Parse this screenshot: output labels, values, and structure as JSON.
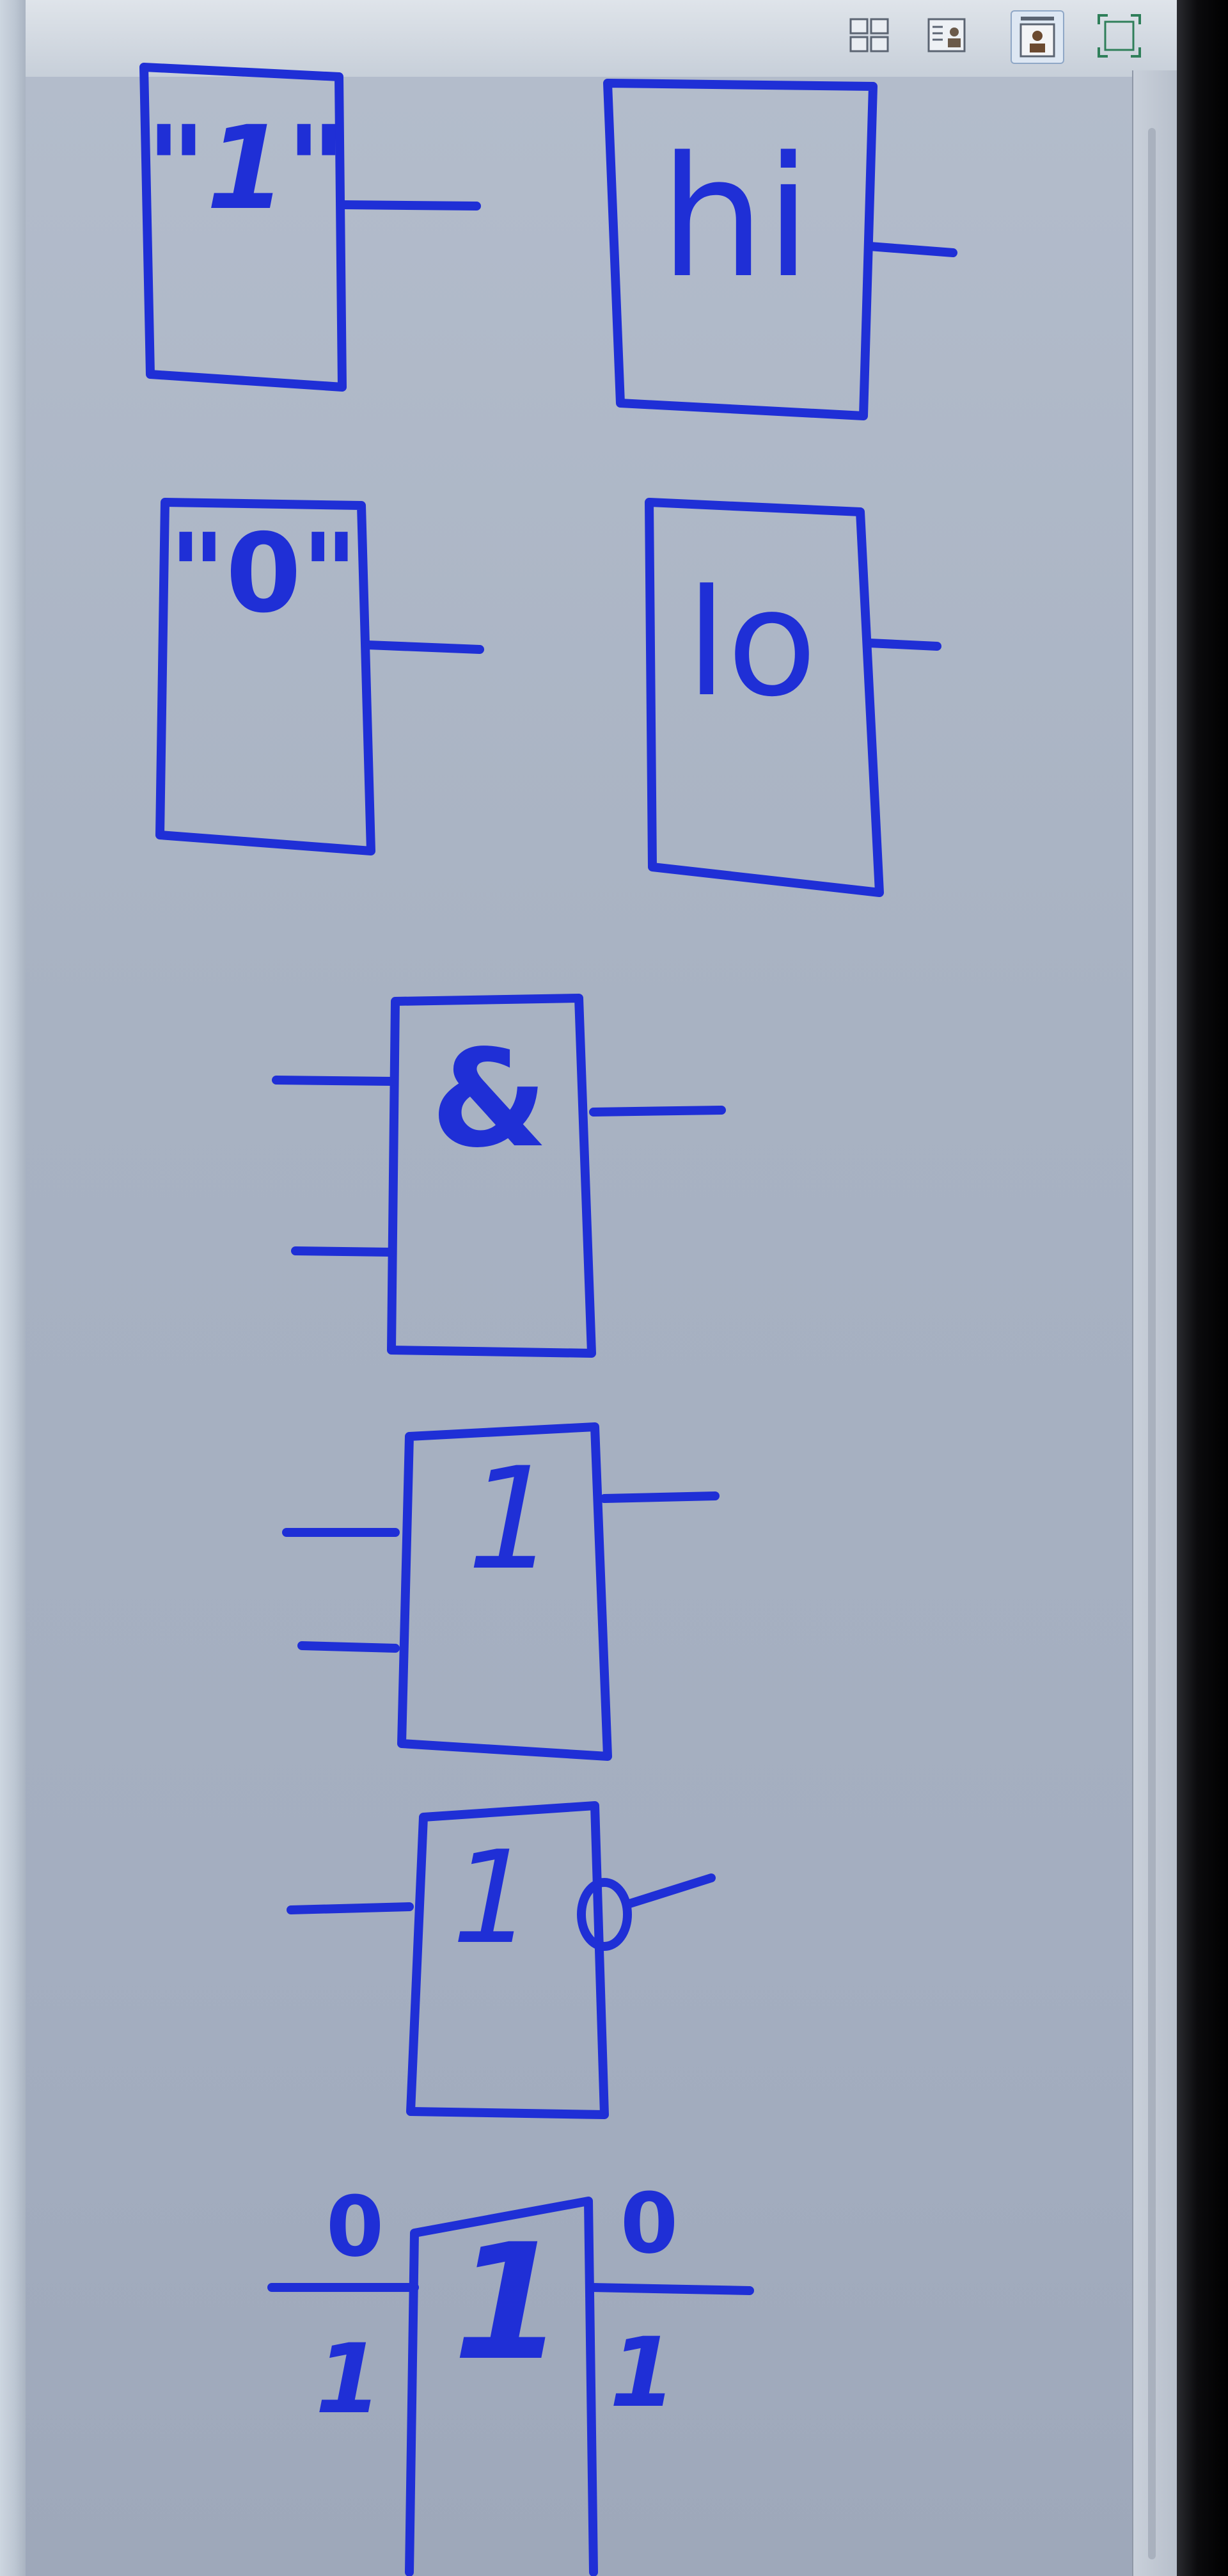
{
  "toolbar": {
    "buttons": [
      {
        "icon": "grid-layout-icon"
      },
      {
        "icon": "contact-card-icon"
      },
      {
        "icon": "person-view-icon",
        "active": true
      },
      {
        "icon": "fit-to-screen-icon"
      }
    ]
  },
  "symbols": {
    "const_one_label": "\"1\"",
    "hi_label": "hi",
    "const_zero_label": "\"0\"",
    "lo_label": "lo",
    "and_label": "&",
    "or_label": "1",
    "nor_label": "1",
    "signal_label": "1",
    "input_low": "0",
    "input_high": "1",
    "output_low": "0",
    "output_high": "1"
  },
  "colors": {
    "ink": "#1f2fd6",
    "background": "#a8b2c2"
  }
}
